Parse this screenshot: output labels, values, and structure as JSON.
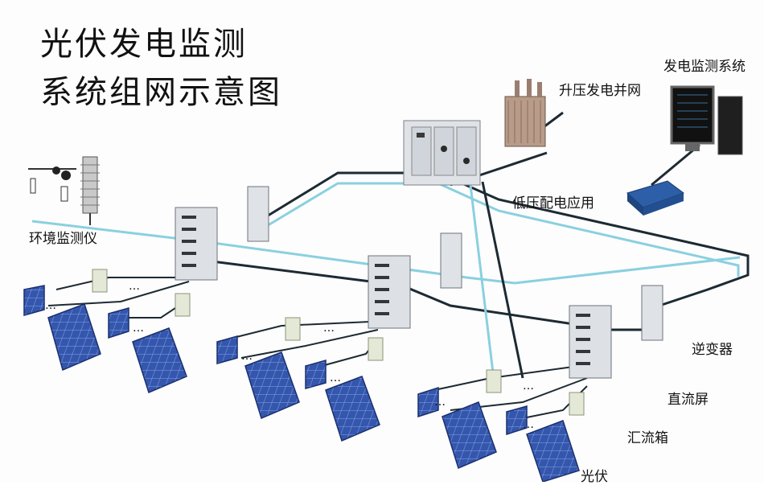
{
  "title": {
    "line1": "光伏发电监测",
    "line2": "系统组网示意图"
  },
  "labels": {
    "monitoring_system": "发电监测系统",
    "step_up_grid": "升压发电并网",
    "low_voltage_app": "低压配电应用",
    "env_monitor": "环境监测仪",
    "inverter": "逆变器",
    "dc_screen": "直流屏",
    "combiner_box": "汇流箱",
    "pv_array_partial": "光伏"
  },
  "dots": "…",
  "colors": {
    "cable_dark": "#1c2a33",
    "cable_light": "#8ad0e0",
    "panel_fill": "#2f4ea0",
    "panel_edge": "#1b2f6e",
    "cabinet": "#e3e6ea"
  }
}
